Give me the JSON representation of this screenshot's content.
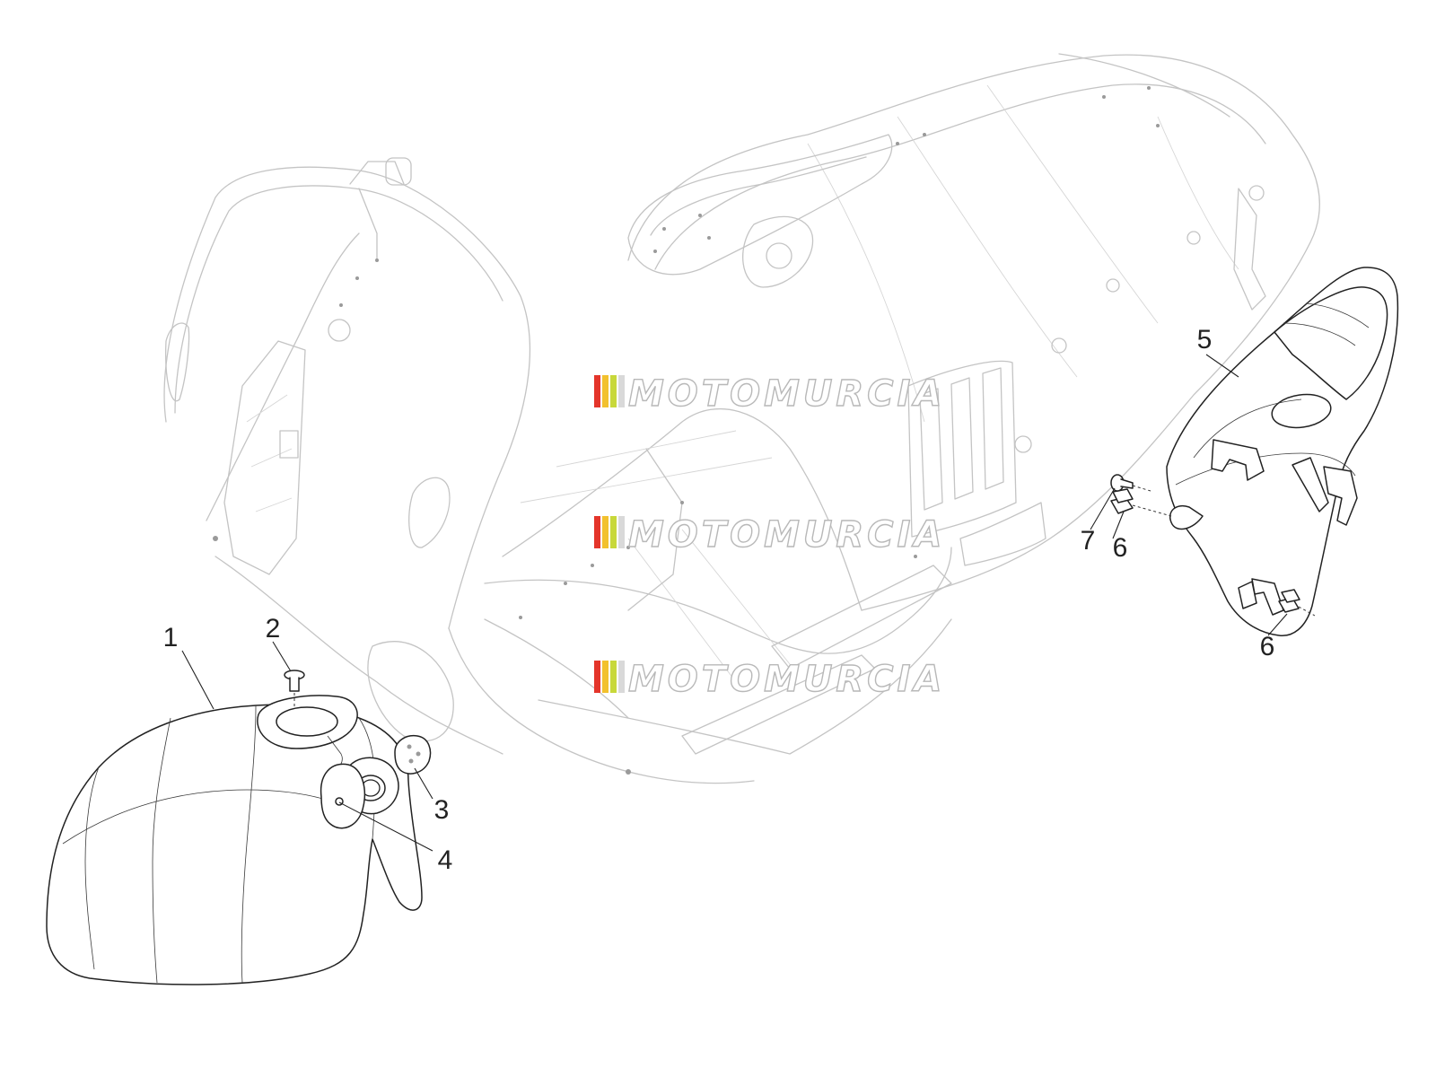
{
  "callouts": [
    {
      "id": "1",
      "label": "1"
    },
    {
      "id": "2",
      "label": "2"
    },
    {
      "id": "3",
      "label": "3"
    },
    {
      "id": "4",
      "label": "4"
    },
    {
      "id": "5",
      "label": "5"
    },
    {
      "id": "6a",
      "label": "6"
    },
    {
      "id": "6b",
      "label": "6"
    },
    {
      "id": "7",
      "label": "7"
    }
  ],
  "watermark": {
    "text": "MOTOMURCIA",
    "stripe_colors": [
      "#e4352b",
      "#f2c12e",
      "#c8d83a",
      "#d9d9d9"
    ]
  },
  "colors": {
    "ghost_outline": "#c4c4c4",
    "part_outline": "#222222"
  }
}
